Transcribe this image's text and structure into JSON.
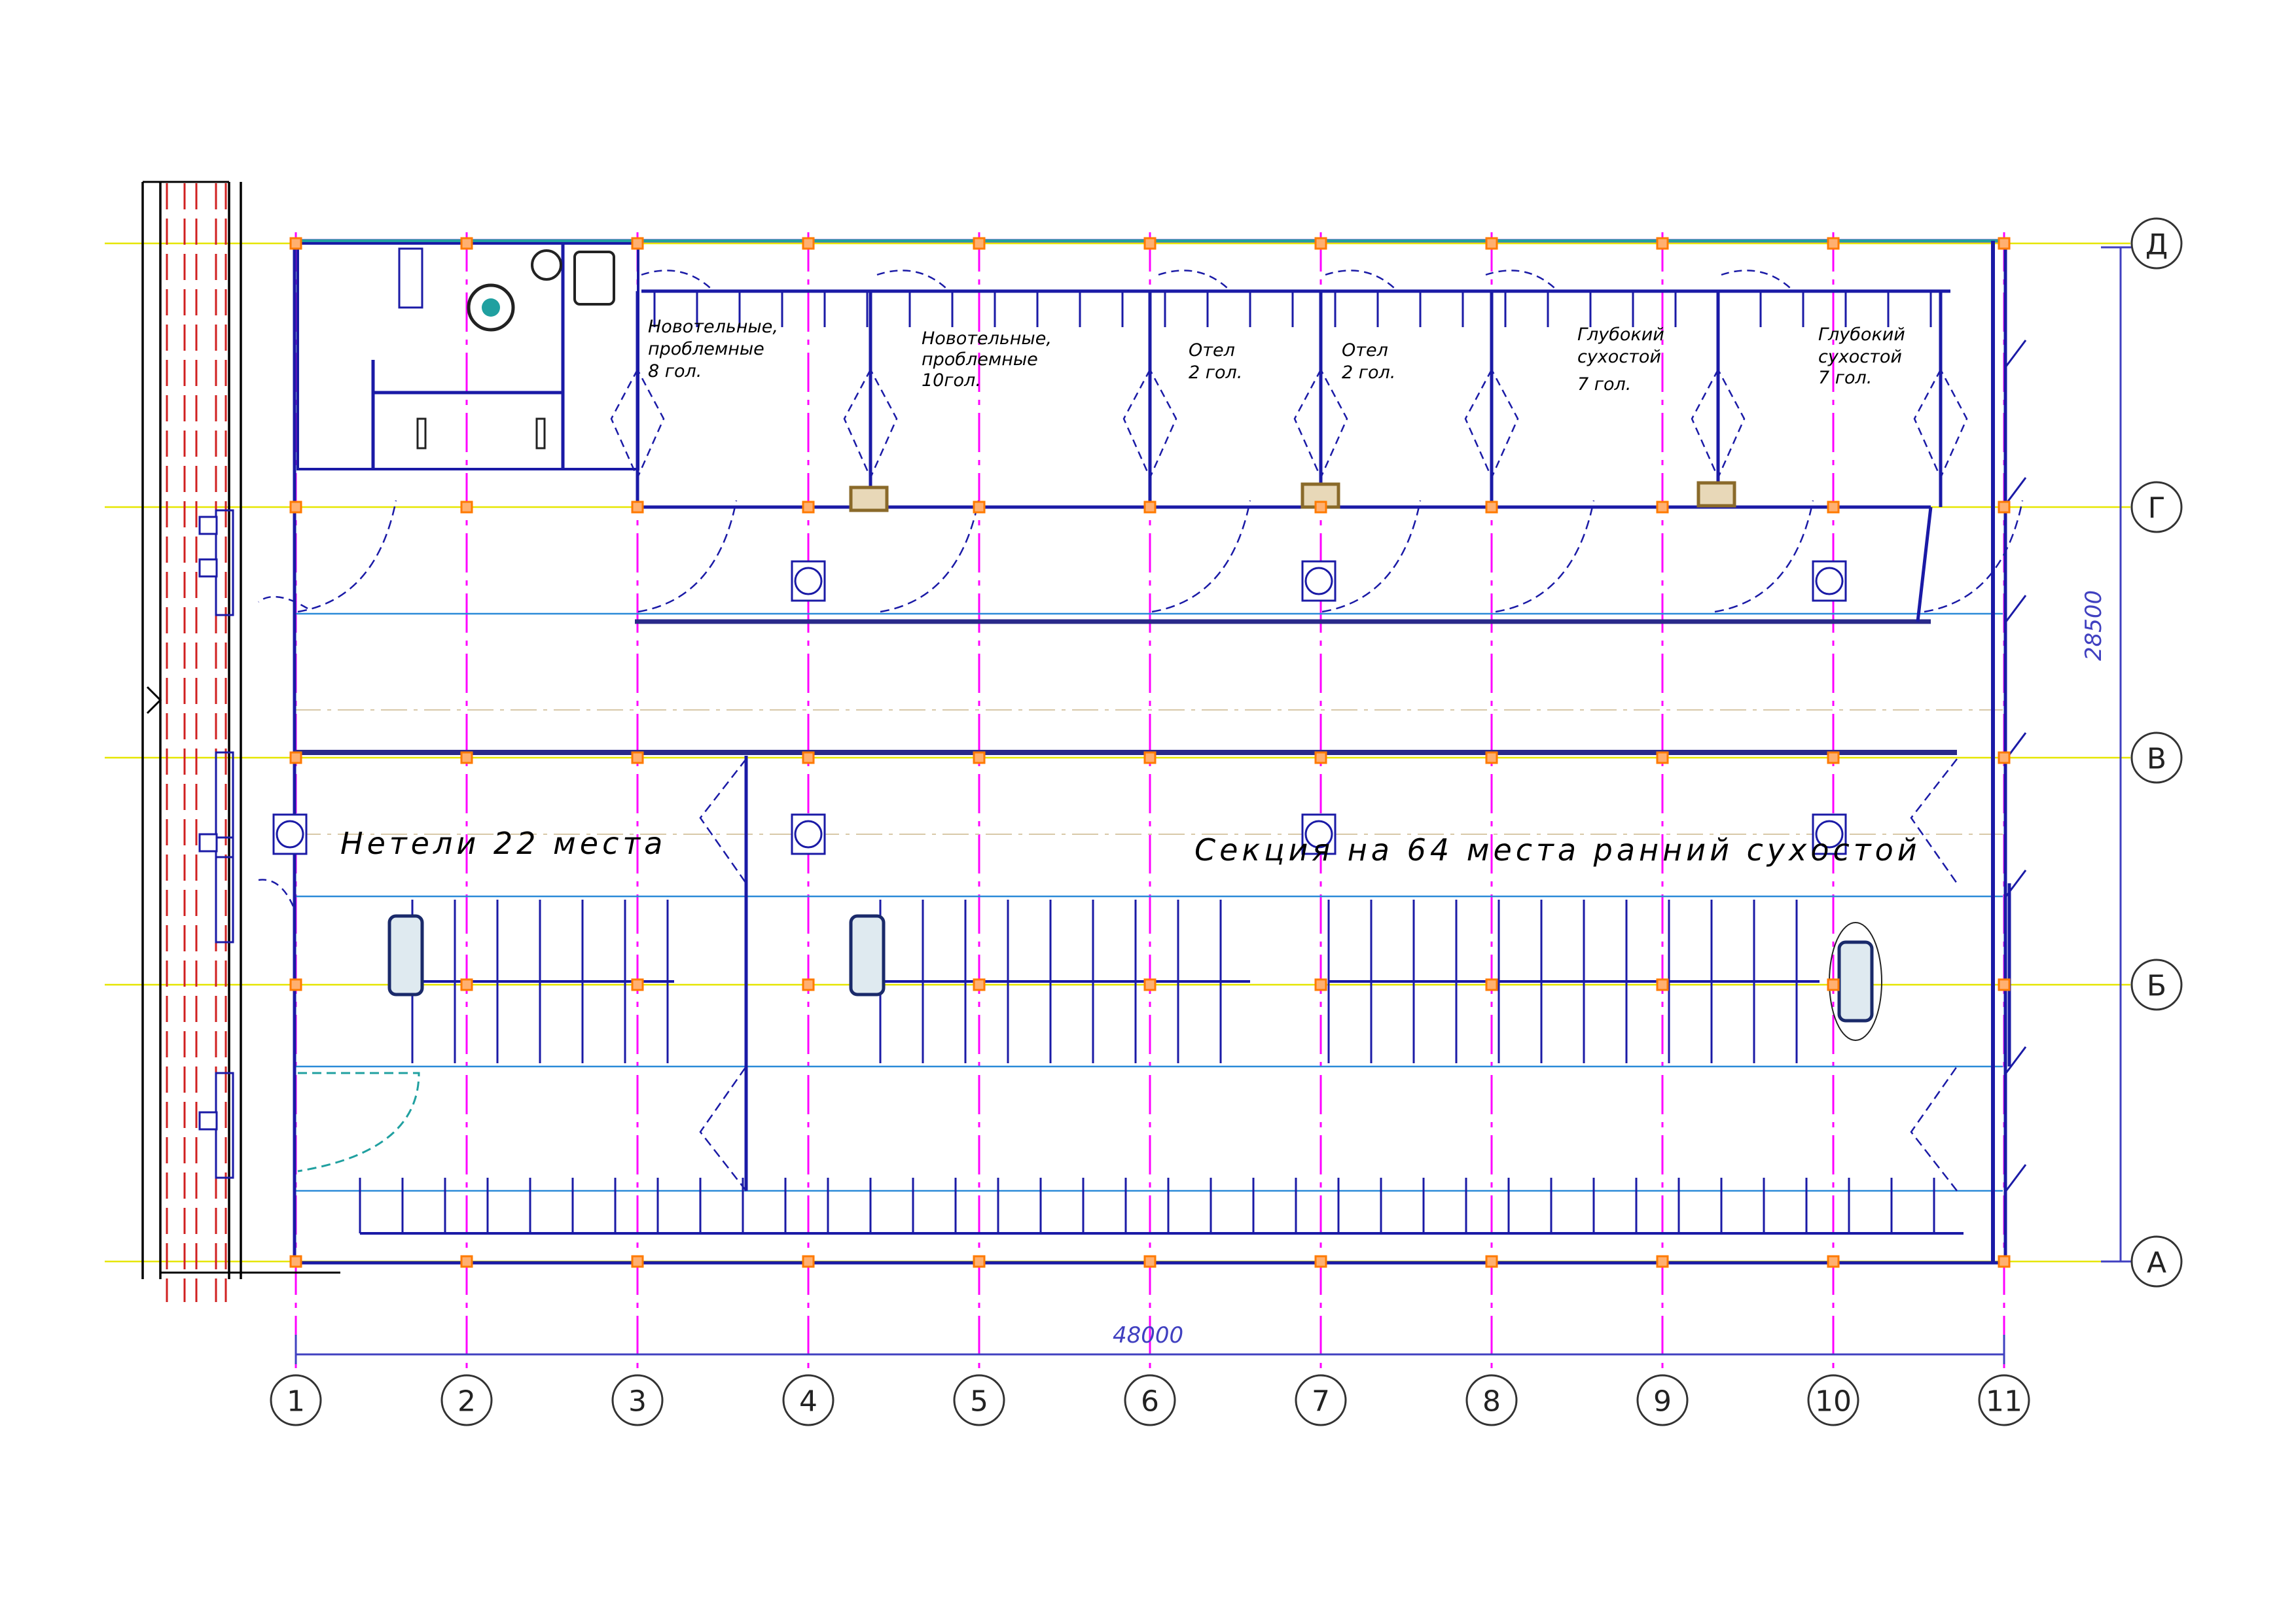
{
  "axes": {
    "columns": [
      "1",
      "2",
      "3",
      "4",
      "5",
      "6",
      "7",
      "8",
      "9",
      "10",
      "11"
    ],
    "rows": [
      "Д",
      "Г",
      "В",
      "Б",
      "А"
    ]
  },
  "dimensions": {
    "overall_length": "48000",
    "overall_width": "28500"
  },
  "room_labels": {
    "pen1": [
      "Новотельные,",
      "проблемные",
      "8  гол."
    ],
    "pen2": [
      "Новотельные,",
      "проблемные",
      "10гол."
    ],
    "pen3": [
      "Отел",
      "2  гол."
    ],
    "pen4": [
      "Отел",
      "2  гол."
    ],
    "pen5": [
      "Глубокий",
      "сухостой",
      "7  гол."
    ],
    "pen6": [
      "Глубокий",
      "сухостой",
      "7  гол."
    ],
    "heifers": "Нетели     22  места",
    "section": "Секция    на 64  места     ранний  сухостой"
  },
  "colors": {
    "wall": "#1a1aa6",
    "axis_column": "#ff00ff",
    "axis_row": "#e6e600",
    "grid_blue": "#2a8ad8",
    "teal": "#20a0a0",
    "column_marker": "#ff7a00",
    "red_dash": "#d02020",
    "beige": "#8a6a2a",
    "dim": "#4040c0"
  }
}
